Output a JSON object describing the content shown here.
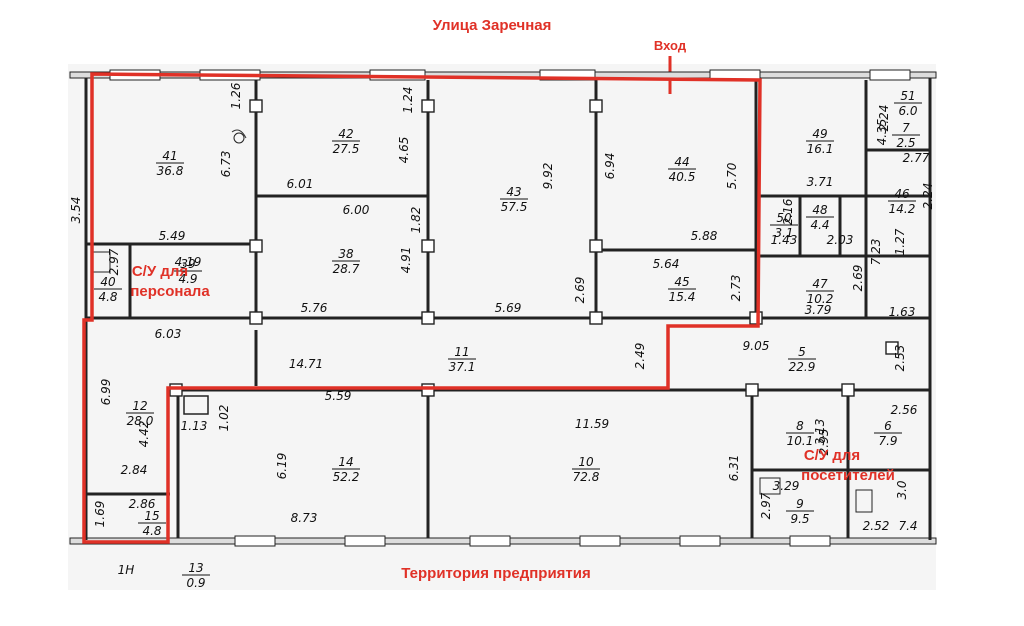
{
  "labels": {
    "street": "Улица Заречная",
    "entrance": "Вход",
    "territory": "Территория предприятия",
    "wc_staff_line1": "С/У для",
    "wc_staff_line2": "персонала",
    "wc_visitors_line1": "С/У для",
    "wc_visitors_line2": "посетителей"
  },
  "colors": {
    "highlight": "#e03127",
    "walls": "#222222",
    "page": "#ffffff",
    "paper": "#f4f4f4"
  },
  "rooms": [
    {
      "id": "41",
      "area": "36.8"
    },
    {
      "id": "42",
      "area": "27.5"
    },
    {
      "id": "43",
      "area": "57.5"
    },
    {
      "id": "44",
      "area": "40.5"
    },
    {
      "id": "38",
      "area": "28.7"
    },
    {
      "id": "45",
      "area": "15.4"
    },
    {
      "id": "40",
      "area": "4.8"
    },
    {
      "id": "39",
      "area": "4.9"
    },
    {
      "id": "11",
      "area": "37.1"
    },
    {
      "id": "12",
      "area": "28.0"
    },
    {
      "id": "14",
      "area": "52.2"
    },
    {
      "id": "10",
      "area": "72.8"
    },
    {
      "id": "15",
      "area": "4.8"
    },
    {
      "id": "13",
      "area": "0.9"
    },
    {
      "id": "49",
      "area": "16.1"
    },
    {
      "id": "50",
      "area": "3.1"
    },
    {
      "id": "48",
      "area": "4.4"
    },
    {
      "id": "46",
      "area": "14.2"
    },
    {
      "id": "47",
      "area": "10.2"
    },
    {
      "id": "5",
      "area": "22.9"
    },
    {
      "id": "8",
      "area": "10.1"
    },
    {
      "id": "6",
      "area": "7.9"
    },
    {
      "id": "9",
      "area": "9.5"
    },
    {
      "id": "51",
      "area": "6.0"
    },
    {
      "id": "7",
      "area": "2.5"
    }
  ],
  "dimensions": {
    "d1": "1.26",
    "d2": "6.73",
    "d3": "4.65",
    "d4": "1.24",
    "d5": "6.01",
    "d6": "6.00",
    "d7": "1.82",
    "d8": "4.91",
    "d9": "9.92",
    "d10": "6.94",
    "d11": "5.70",
    "d12": "5.88",
    "d13": "5.64",
    "d14": "2.73",
    "d15": "2.69",
    "d16": "5.69",
    "d17": "5.76",
    "d18": "5.49",
    "d19": "4.19",
    "d20": "2.97",
    "d21": "3.54",
    "d22": "6.03",
    "d23": "14.71",
    "d24": "2.49",
    "d25": "6.99",
    "d26": "4.42",
    "d27": "5.59",
    "d28": "1.02",
    "d29": "1.13",
    "d30": "6.19",
    "d31": "8.73",
    "d32": "11.59",
    "d33": "6.31",
    "d34": "2.84",
    "d35": "2.86",
    "d36": "1.69",
    "d37": "4.35",
    "d38": "3.71",
    "d39": "2.16",
    "d40": "1.43",
    "d41": "2.03",
    "d42": "7.23",
    "d43": "1.27",
    "d44": "2.24",
    "d45": "2.77",
    "d46": "2.69",
    "d47": "3.79",
    "d48": "1.63",
    "d49": "9.05",
    "d50": "2.53",
    "d51": "2.56",
    "d52": "3.13",
    "d53": "3.29",
    "d54": "2.97",
    "d55": "2.52",
    "d56": "3.0",
    "d57": "7.4",
    "d58": "2.95",
    "d59": "2.24",
    "d60": "1Н"
  }
}
